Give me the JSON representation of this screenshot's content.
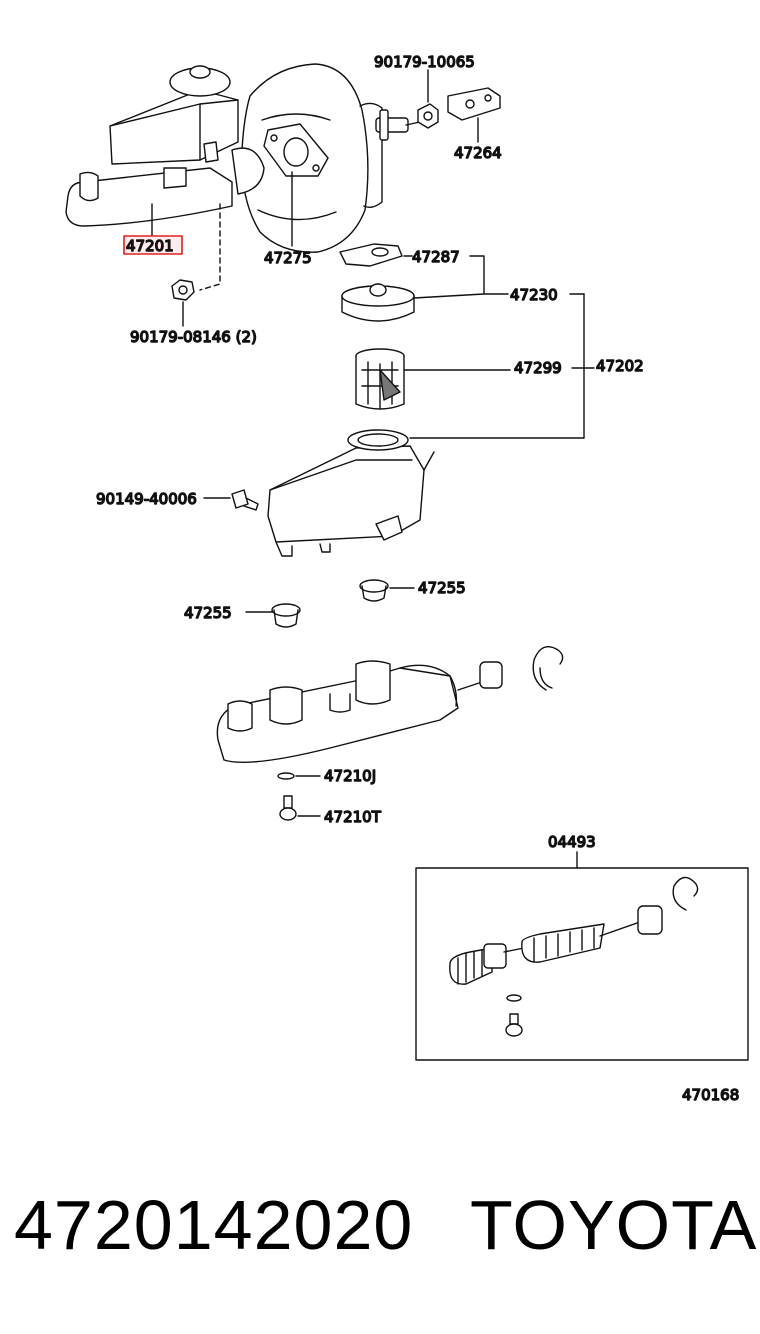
{
  "callouts": {
    "c90179_10065": "90179-10065",
    "c47264": "47264",
    "c47201": "47201",
    "c47275": "47275",
    "c47287": "47287",
    "c90179_08146": "90179-08146 (2)",
    "c47230": "47230",
    "c47299": "47299",
    "c47202": "47202",
    "c90149_40006": "90149-40006",
    "c47255_right": "47255",
    "c47255_left": "47255",
    "c47210J": "47210J",
    "c47210T": "47210T",
    "c04493": "04493"
  },
  "diagram_id": "470168",
  "footer": {
    "part_number": "4720142020",
    "brand": "TOYOTA"
  },
  "highlight_color": "#e02020"
}
